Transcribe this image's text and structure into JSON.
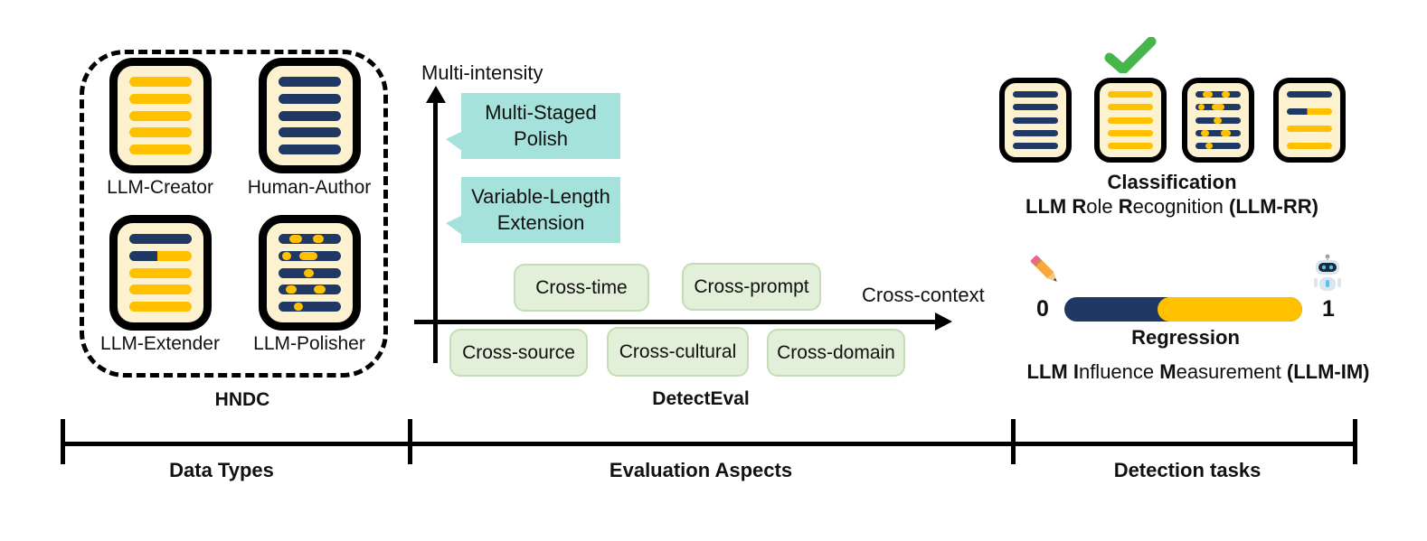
{
  "hndc": {
    "title": "HNDC",
    "docs": [
      {
        "label": "LLM-Creator",
        "icon": "document-gold-lines-icon"
      },
      {
        "label": "Human-Author",
        "icon": "document-navy-lines-icon"
      },
      {
        "label": "LLM-Extender",
        "icon": "document-extended-lines-icon"
      },
      {
        "label": "LLM-Polisher",
        "icon": "document-polished-lines-icon"
      }
    ]
  },
  "detecteval": {
    "title": "DetectEval",
    "y_axis_label": "Multi-intensity",
    "x_axis_label": "Cross-context",
    "callouts": [
      "Multi-Staged Polish",
      "Variable-Length Extension"
    ],
    "aspects_above": [
      "Cross-time",
      "Cross-prompt"
    ],
    "aspects_below": [
      "Cross-source",
      "Cross-cultural",
      "Cross-domain"
    ]
  },
  "tasks": {
    "classification_title": "Classification",
    "llm_rr": {
      "p1": "LLM ",
      "p2": "R",
      "p3": "ole ",
      "p4": "R",
      "p5": "ecognition ",
      "p6": "(LLM-RR)"
    },
    "regression_title": "Regression",
    "scale_min": "0",
    "scale_max": "1",
    "bar_navy_fraction": 0.39,
    "llm_im": {
      "p1": "LLM ",
      "p2": "I",
      "p3": "nfluence ",
      "p4": "M",
      "p5": "easurement ",
      "p6": "(LLM-IM)"
    },
    "icons": {
      "check": "checkmark-icon",
      "pencil": "pencil-icon",
      "robot": "robot-icon"
    }
  },
  "footer": {
    "sections": [
      "Data Types",
      "Evaluation Aspects",
      "Detection tasks"
    ]
  },
  "colors": {
    "navy": "#1f3864",
    "gold": "#ffc000",
    "cream": "#fdf2cf",
    "teal": "#a5e2db",
    "aspect_green": "#e2efd9",
    "check_green": "#45b649"
  }
}
